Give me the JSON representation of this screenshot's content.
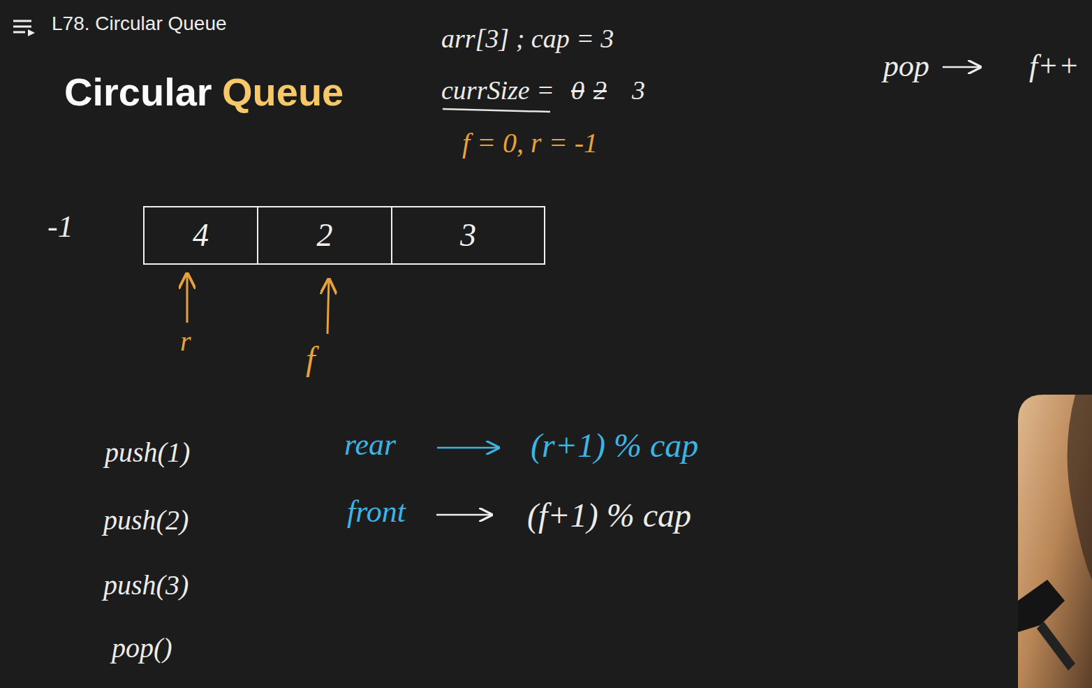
{
  "diagram": {
    "title": "L78. Circular Queue",
    "nodes": [
      {
        "text": [
          "4"
        ]
      },
      {
        "text": [
          "2"
        ]
      },
      {
        "text": [
          "3"
        ]
      }
    ],
    "labels": [
      "Circular",
      "Queue",
      "arr[3] ; cap = 3",
      "currSize =",
      "0",
      "2",
      "3",
      "f = 0, r = -1",
      "pop",
      "f++",
      "-1",
      "r",
      "f",
      "push(1)",
      "push(2)",
      "push(3)",
      "pop()",
      "rear",
      "(r+1) % cap",
      "front",
      "(f+1) % cap"
    ]
  }
}
